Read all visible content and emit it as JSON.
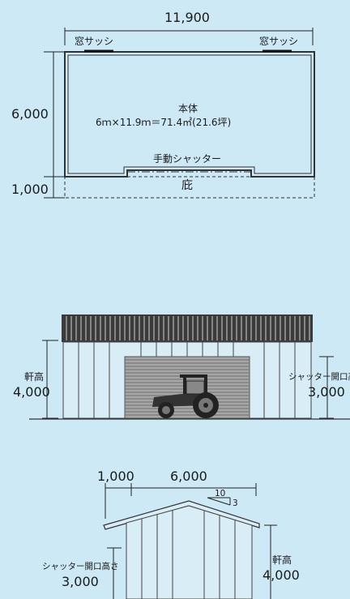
{
  "plan": {
    "width_label": "11,900",
    "depth_label": "6,000",
    "eave_label": "1,000",
    "window_left": "窓サッシ",
    "window_right": "窓サッシ",
    "body_title": "本体",
    "body_area": "6ｍ×11.9ｍ＝71.4㎡(21.6坪)",
    "shutter_label": "手動シャッター",
    "eave_name": "庇"
  },
  "front": {
    "eave_height_title": "軒高",
    "eave_height_value": "4,000",
    "shutter_height_title": "シャッター開口高さ",
    "shutter_height_value": "3,000"
  },
  "side": {
    "eave_width": "1,000",
    "depth": "6,000",
    "slope_run": "10",
    "slope_rise": "3",
    "shutter_height_title": "シャッター開口高さ",
    "shutter_height_value": "3,000",
    "eave_height_title": "軒高",
    "eave_height_value": "4,000"
  }
}
